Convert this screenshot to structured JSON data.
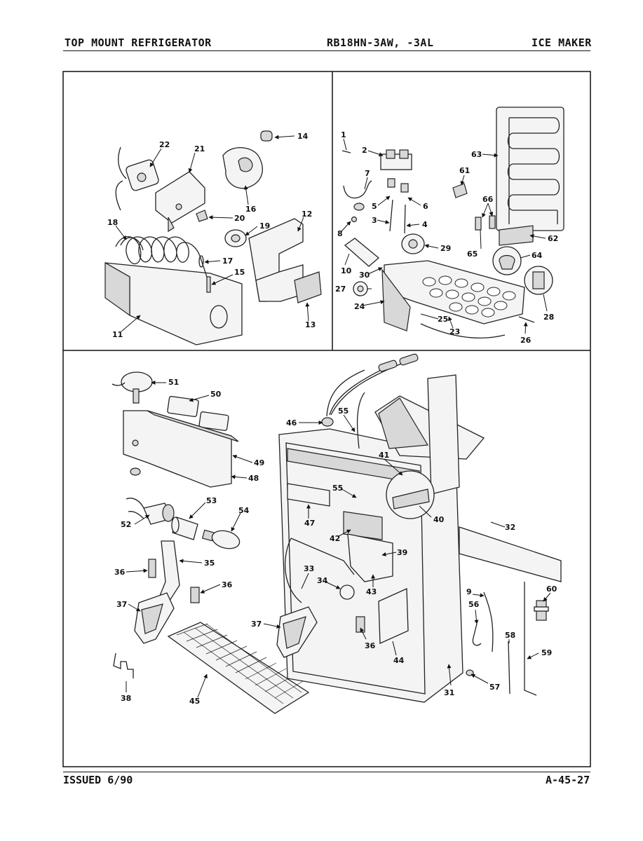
{
  "header": {
    "left": "TOP MOUNT REFRIGERATOR",
    "center": "RB18HN-3AW, -3AL",
    "right": "ICE MAKER"
  },
  "footer": {
    "left": "ISSUED 6/90",
    "right": "A-45-27"
  },
  "callouts": {
    "p1": "1",
    "p2": "2",
    "p3": "3",
    "p4": "4",
    "p5": "5",
    "p6": "6",
    "p7": "7",
    "p8": "8",
    "p9": "9",
    "p10": "10",
    "p11": "11",
    "p12": "12",
    "p13": "13",
    "p14": "14",
    "p15": "15",
    "p16": "16",
    "p17": "17",
    "p18": "18",
    "p19": "19",
    "p20": "20",
    "p21": "21",
    "p22": "22",
    "p23": "23",
    "p24": "24",
    "p25": "25",
    "p26": "26",
    "p27": "27",
    "p28": "28",
    "p29": "29",
    "p30": "30",
    "p31": "31",
    "p32": "32",
    "p33": "33",
    "p34": "34",
    "p35": "35",
    "p36": "36",
    "p37": "37",
    "p38": "38",
    "p39": "39",
    "p40": "40",
    "p41": "41",
    "p42": "42",
    "p43": "43",
    "p44": "44",
    "p45": "45",
    "p46": "46",
    "p47": "47",
    "p48": "48",
    "p49": "49",
    "p50": "50",
    "p51": "51",
    "p52": "52",
    "p53": "53",
    "p54": "54",
    "p55": "55",
    "p56": "56",
    "p57": "57",
    "p58": "58",
    "p59": "59",
    "p60": "60",
    "p61": "61",
    "p62": "62",
    "p63": "63",
    "p64": "64",
    "p65": "65",
    "p66": "66"
  }
}
